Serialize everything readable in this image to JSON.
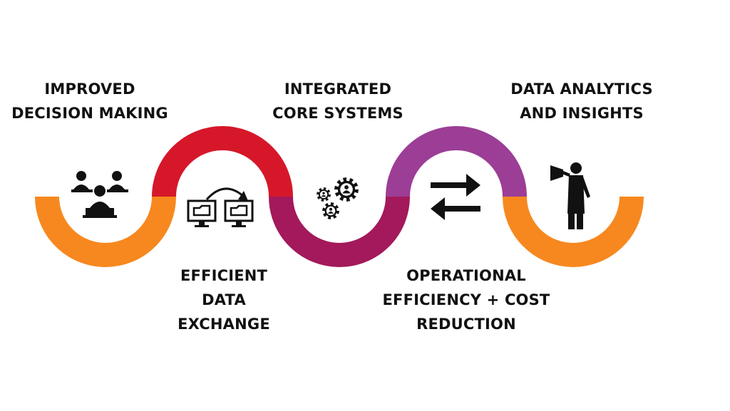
{
  "steps": [
    {
      "id": "improved-decision-making",
      "lines": [
        "IMPROVED",
        "DECISION MAKING"
      ],
      "icon": "team-meeting-icon"
    },
    {
      "id": "efficient-data-exchange",
      "lines": [
        "EFFICIENT",
        "DATA",
        "EXCHANGE"
      ],
      "icon": "data-transfer-icon"
    },
    {
      "id": "integrated-core-systems",
      "lines": [
        "INTEGRATED",
        "CORE SYSTEMS"
      ],
      "icon": "gears-icon"
    },
    {
      "id": "operational-efficiency",
      "lines": [
        "OPERATIONAL",
        "EFFICIENCY + COST",
        "REDUCTION"
      ],
      "icon": "exchange-arrows-icon"
    },
    {
      "id": "data-analytics",
      "lines": [
        "DATA ANALYTICS",
        "AND INSIGHTS"
      ],
      "icon": "presenter-megaphone-icon"
    }
  ],
  "colors": {
    "orange": "#F7881F",
    "red": "#D6172A",
    "plum": "#A3195B",
    "violet": "#9C3D96",
    "icon": "#111111",
    "text": "#111111"
  }
}
